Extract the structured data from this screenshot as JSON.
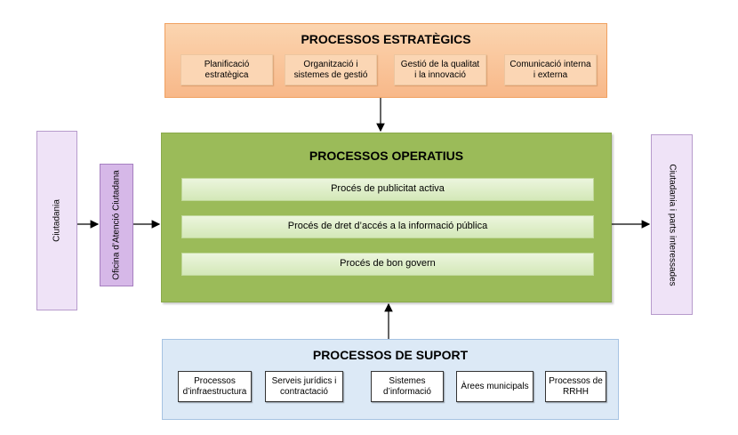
{
  "strategic": {
    "title": "PROCESSOS ESTRATÈGICS",
    "items": [
      "Planificació\nestratègica",
      "Organització i\nsistemes de gestió",
      "Gestió de la qualitat\ni la innovació",
      "Comunicació interna\ni externa"
    ]
  },
  "operative": {
    "title": "PROCESSOS OPERATIUS",
    "items": [
      "Procés de publicitat activa",
      "Procés de dret d’accés a la informació pública",
      "Procés de bon govern"
    ]
  },
  "support": {
    "title": "PROCESSOS DE SUPORT",
    "items": [
      "Processos\nd’infraestructura",
      "Serveis jurídics i\ncontractació",
      "Sistemes\nd’informació",
      "Àrees municipals",
      "Processos de\nRRHH"
    ]
  },
  "left": {
    "citizens": "Ciutadania",
    "office": "Oficina d’Atenció Ciutadana"
  },
  "right": {
    "stakeholders": "Ciutadania i parts interessades"
  },
  "colors": {
    "strategic": "#f8b889",
    "operative": "#9bbb59",
    "support": "#dce9f6",
    "side": "#efe3f7"
  }
}
